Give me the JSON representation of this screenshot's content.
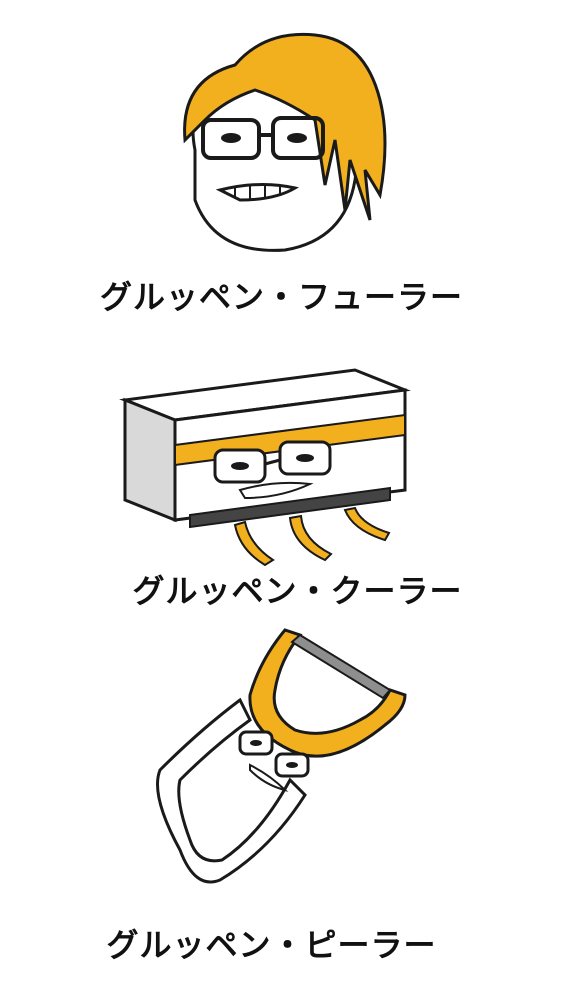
{
  "palette": {
    "hair": "#f2b01e",
    "hair_dark": "#c98a0b",
    "outline": "#1a1a1a",
    "appliance_grey": "#d9d9d9",
    "blade_grey": "#8e8e8e"
  },
  "panels": [
    {
      "caption": "グルッペン・フューラー"
    },
    {
      "caption": "グルッペン・クーラー"
    },
    {
      "caption": "グルッペン・ピーラー"
    }
  ]
}
